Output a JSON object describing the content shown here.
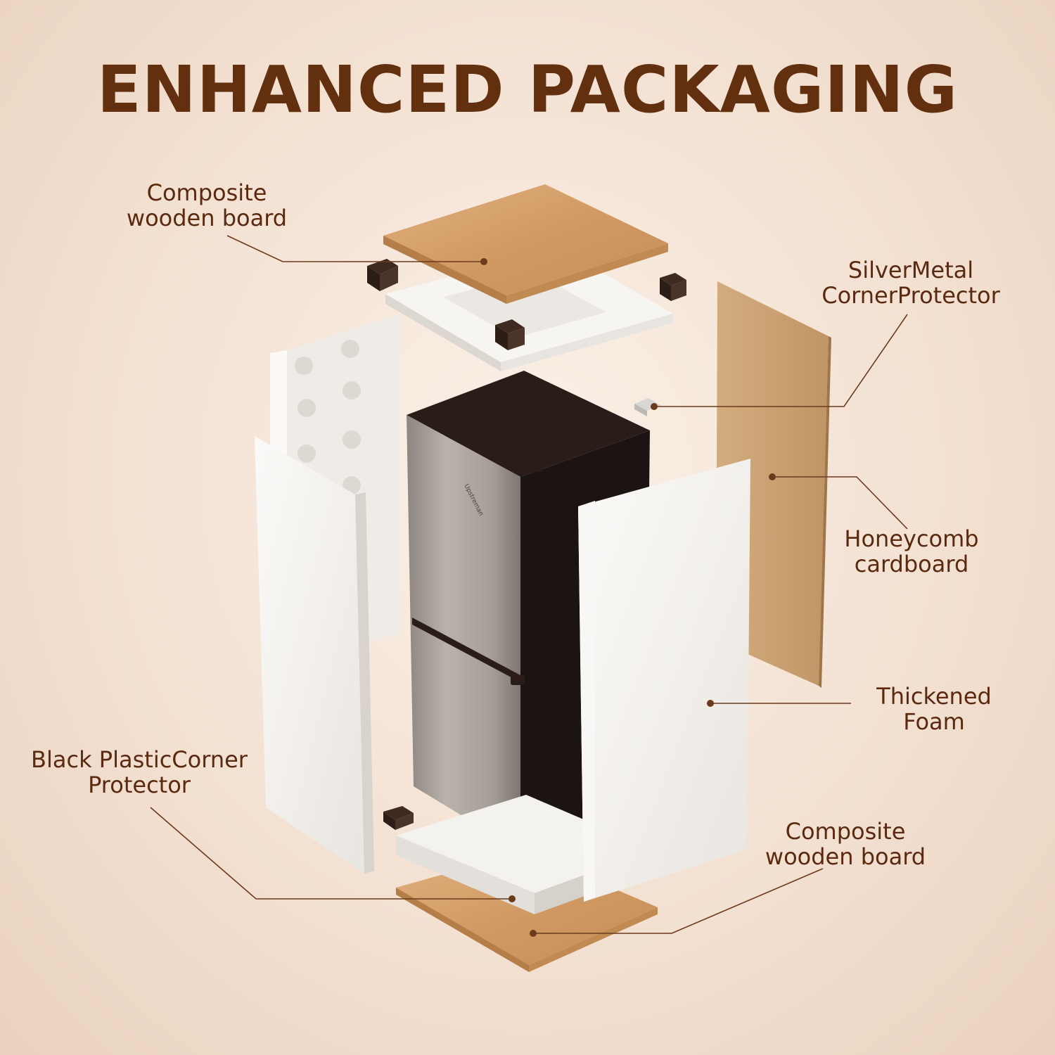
{
  "title": "ENHANCED PACKAGING",
  "labels": {
    "top_board": [
      "Composite",
      "wooden board"
    ],
    "silver_corner": [
      "SilverMetal",
      "CornerProtector"
    ],
    "honeycomb": [
      "Honeycomb",
      "cardboard"
    ],
    "foam": [
      "Thickened",
      "Foam"
    ],
    "black_corner": [
      "Black PlasticCorner",
      "Protector"
    ],
    "bottom_board": [
      "Composite",
      "wooden board"
    ]
  },
  "fridge_brand": "Upstreman",
  "colors": {
    "title": "#62300f",
    "label_text": "#5a2a10",
    "leader_line": "#6b3a1c",
    "wood": "#d7a672",
    "cardboard": "#c9a273",
    "foam": "#f6f4f1",
    "fridge_steel": "#a9a29b",
    "fridge_dark": "#1c1412",
    "corner_black": "#3e2a20"
  }
}
